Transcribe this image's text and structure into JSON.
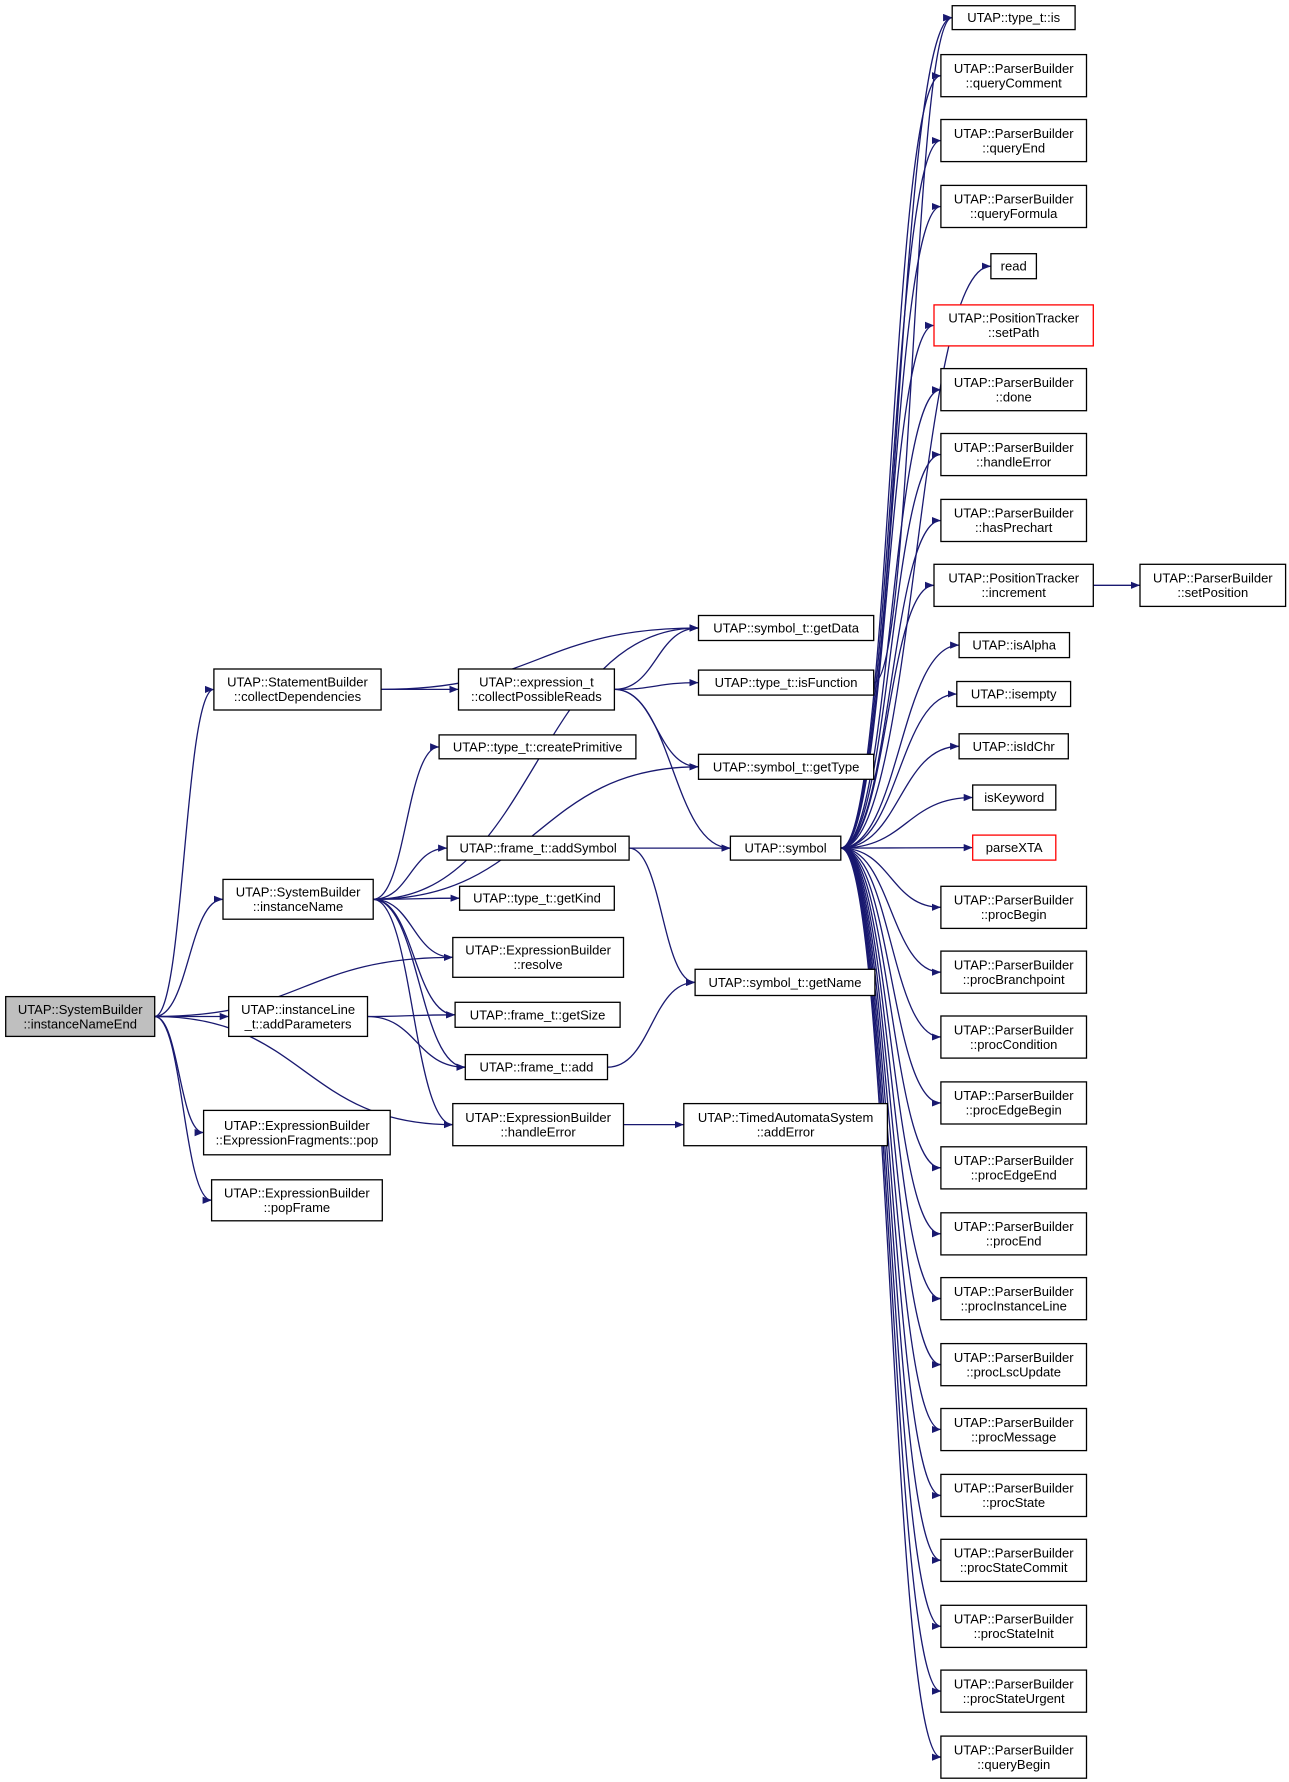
{
  "nodes": [
    {
      "id": "root",
      "lines": [
        "UTAP::SystemBuilder",
        "::instanceNameEnd"
      ],
      "root": true
    },
    {
      "id": "collectDeps",
      "lines": [
        "UTAP::StatementBuilder",
        "::collectDependencies"
      ]
    },
    {
      "id": "instanceName",
      "lines": [
        "UTAP::SystemBuilder",
        "::instanceName"
      ]
    },
    {
      "id": "addParameters",
      "lines": [
        "UTAP::instanceLine",
        "_t::addParameters"
      ]
    },
    {
      "id": "fragPop",
      "lines": [
        "UTAP::ExpressionBuilder",
        "::ExpressionFragments::pop"
      ]
    },
    {
      "id": "popFrame",
      "lines": [
        "UTAP::ExpressionBuilder",
        "::popFrame"
      ]
    },
    {
      "id": "collectReads",
      "lines": [
        "UTAP::expression_t",
        "::collectPossibleReads"
      ]
    },
    {
      "id": "createPrimitive",
      "lines": [
        "UTAP::type_t::createPrimitive"
      ]
    },
    {
      "id": "addSymbol",
      "lines": [
        "UTAP::frame_t::addSymbol"
      ]
    },
    {
      "id": "getKind",
      "lines": [
        "UTAP::type_t::getKind"
      ]
    },
    {
      "id": "resolve",
      "lines": [
        "UTAP::ExpressionBuilder",
        "::resolve"
      ]
    },
    {
      "id": "getSize",
      "lines": [
        "UTAP::frame_t::getSize"
      ]
    },
    {
      "id": "frameAdd",
      "lines": [
        "UTAP::frame_t::add"
      ]
    },
    {
      "id": "ebHandleError",
      "lines": [
        "UTAP::ExpressionBuilder",
        "::handleError"
      ]
    },
    {
      "id": "getData",
      "lines": [
        "UTAP::symbol_t::getData"
      ]
    },
    {
      "id": "isFunction",
      "lines": [
        "UTAP::type_t::isFunction"
      ]
    },
    {
      "id": "getType",
      "lines": [
        "UTAP::symbol_t::getType"
      ]
    },
    {
      "id": "symbol",
      "lines": [
        "UTAP::symbol"
      ]
    },
    {
      "id": "getName",
      "lines": [
        "UTAP::symbol_t::getName"
      ]
    },
    {
      "id": "addError",
      "lines": [
        "UTAP::TimedAutomataSystem",
        "::addError"
      ]
    },
    {
      "id": "typeIs",
      "lines": [
        "UTAP::type_t::is"
      ]
    },
    {
      "id": "queryComment",
      "lines": [
        "UTAP::ParserBuilder",
        "::queryComment"
      ]
    },
    {
      "id": "queryEnd",
      "lines": [
        "UTAP::ParserBuilder",
        "::queryEnd"
      ]
    },
    {
      "id": "queryFormula",
      "lines": [
        "UTAP::ParserBuilder",
        "::queryFormula"
      ]
    },
    {
      "id": "read",
      "lines": [
        "read"
      ]
    },
    {
      "id": "setPath",
      "lines": [
        "UTAP::PositionTracker",
        "::setPath"
      ],
      "red": true
    },
    {
      "id": "done",
      "lines": [
        "UTAP::ParserBuilder",
        "::done"
      ]
    },
    {
      "id": "pbHandleError",
      "lines": [
        "UTAP::ParserBuilder",
        "::handleError"
      ]
    },
    {
      "id": "hasPrechart",
      "lines": [
        "UTAP::ParserBuilder",
        "::hasPrechart"
      ]
    },
    {
      "id": "increment",
      "lines": [
        "UTAP::PositionTracker",
        "::increment"
      ]
    },
    {
      "id": "setPosition",
      "lines": [
        "UTAP::ParserBuilder",
        "::setPosition"
      ]
    },
    {
      "id": "isAlpha",
      "lines": [
        "UTAP::isAlpha"
      ]
    },
    {
      "id": "isempty",
      "lines": [
        "UTAP::isempty"
      ]
    },
    {
      "id": "isIdChr",
      "lines": [
        "UTAP::isIdChr"
      ]
    },
    {
      "id": "isKeyword",
      "lines": [
        "isKeyword"
      ]
    },
    {
      "id": "parseXTA",
      "lines": [
        "parseXTA"
      ],
      "red": true
    },
    {
      "id": "procBegin",
      "lines": [
        "UTAP::ParserBuilder",
        "::procBegin"
      ]
    },
    {
      "id": "procBranchpoint",
      "lines": [
        "UTAP::ParserBuilder",
        "::procBranchpoint"
      ]
    },
    {
      "id": "procCondition",
      "lines": [
        "UTAP::ParserBuilder",
        "::procCondition"
      ]
    },
    {
      "id": "procEdgeBegin",
      "lines": [
        "UTAP::ParserBuilder",
        "::procEdgeBegin"
      ]
    },
    {
      "id": "procEdgeEnd",
      "lines": [
        "UTAP::ParserBuilder",
        "::procEdgeEnd"
      ]
    },
    {
      "id": "procEnd",
      "lines": [
        "UTAP::ParserBuilder",
        "::procEnd"
      ]
    },
    {
      "id": "procInstanceLine",
      "lines": [
        "UTAP::ParserBuilder",
        "::procInstanceLine"
      ]
    },
    {
      "id": "procLscUpdate",
      "lines": [
        "UTAP::ParserBuilder",
        "::procLscUpdate"
      ]
    },
    {
      "id": "procMessage",
      "lines": [
        "UTAP::ParserBuilder",
        "::procMessage"
      ]
    },
    {
      "id": "procState",
      "lines": [
        "UTAP::ParserBuilder",
        "::procState"
      ]
    },
    {
      "id": "procStateCommit",
      "lines": [
        "UTAP::ParserBuilder",
        "::procStateCommit"
      ]
    },
    {
      "id": "procStateInit",
      "lines": [
        "UTAP::ParserBuilder",
        "::procStateInit"
      ]
    },
    {
      "id": "procStateUrgent",
      "lines": [
        "UTAP::ParserBuilder",
        "::procStateUrgent"
      ]
    },
    {
      "id": "queryBegin",
      "lines": [
        "UTAP::ParserBuilder",
        "::queryBegin"
      ]
    }
  ],
  "edges": [
    [
      "root",
      "collectDeps"
    ],
    [
      "root",
      "instanceName"
    ],
    [
      "root",
      "resolve"
    ],
    [
      "root",
      "addParameters"
    ],
    [
      "root",
      "ebHandleError"
    ],
    [
      "root",
      "fragPop"
    ],
    [
      "root",
      "popFrame"
    ],
    [
      "collectDeps",
      "getData"
    ],
    [
      "collectDeps",
      "collectReads"
    ],
    [
      "collectReads",
      "getData"
    ],
    [
      "collectReads",
      "isFunction"
    ],
    [
      "collectReads",
      "getType"
    ],
    [
      "collectReads",
      "symbol"
    ],
    [
      "instanceName",
      "getData"
    ],
    [
      "instanceName",
      "createPrimitive"
    ],
    [
      "instanceName",
      "getType"
    ],
    [
      "instanceName",
      "addSymbol"
    ],
    [
      "instanceName",
      "getKind"
    ],
    [
      "instanceName",
      "resolve"
    ],
    [
      "instanceName",
      "getSize"
    ],
    [
      "instanceName",
      "frameAdd"
    ],
    [
      "instanceName",
      "ebHandleError"
    ],
    [
      "addParameters",
      "getSize"
    ],
    [
      "addParameters",
      "frameAdd"
    ],
    [
      "addSymbol",
      "symbol"
    ],
    [
      "addSymbol",
      "getName"
    ],
    [
      "frameAdd",
      "getName"
    ],
    [
      "ebHandleError",
      "addError"
    ],
    [
      "isFunction",
      "typeIs"
    ],
    [
      "increment",
      "setPosition"
    ],
    [
      "symbol",
      "typeIs"
    ],
    [
      "symbol",
      "queryComment"
    ],
    [
      "symbol",
      "queryEnd"
    ],
    [
      "symbol",
      "queryFormula"
    ],
    [
      "symbol",
      "read"
    ],
    [
      "symbol",
      "setPath"
    ],
    [
      "symbol",
      "done"
    ],
    [
      "symbol",
      "pbHandleError"
    ],
    [
      "symbol",
      "hasPrechart"
    ],
    [
      "symbol",
      "increment"
    ],
    [
      "symbol",
      "isAlpha"
    ],
    [
      "symbol",
      "isempty"
    ],
    [
      "symbol",
      "isIdChr"
    ],
    [
      "symbol",
      "isKeyword"
    ],
    [
      "symbol",
      "parseXTA"
    ],
    [
      "symbol",
      "procBegin"
    ],
    [
      "symbol",
      "procBranchpoint"
    ],
    [
      "symbol",
      "procCondition"
    ],
    [
      "symbol",
      "procEdgeBegin"
    ],
    [
      "symbol",
      "procEdgeEnd"
    ],
    [
      "symbol",
      "procEnd"
    ],
    [
      "symbol",
      "procInstanceLine"
    ],
    [
      "symbol",
      "procLscUpdate"
    ],
    [
      "symbol",
      "procMessage"
    ],
    [
      "symbol",
      "procState"
    ],
    [
      "symbol",
      "procStateCommit"
    ],
    [
      "symbol",
      "procStateInit"
    ],
    [
      "symbol",
      "procStateUrgent"
    ],
    [
      "symbol",
      "queryBegin"
    ]
  ],
  "colors": {
    "edge": "#191970",
    "root_fill": "#bfbfbf",
    "error_border": "#ff0000"
  }
}
